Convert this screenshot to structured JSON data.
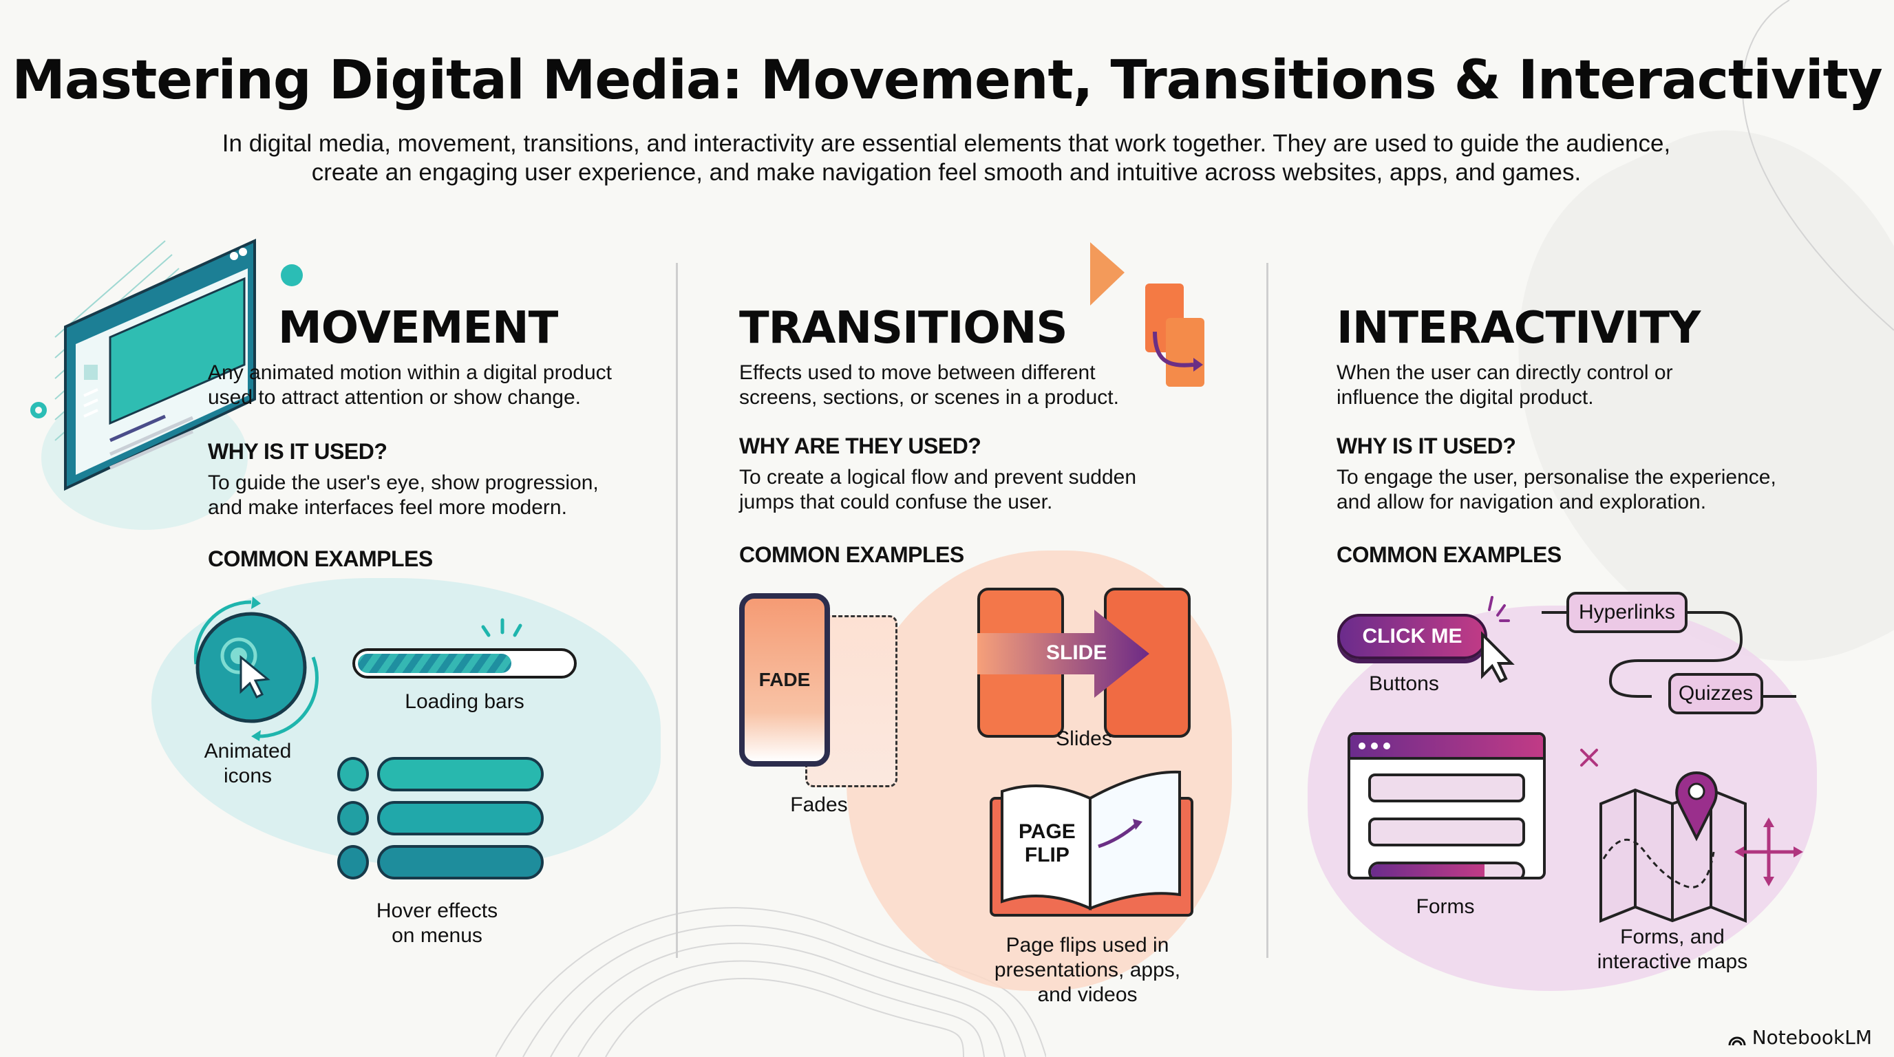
{
  "header": {
    "title": "Mastering Digital Media: Movement, Transitions & Interactivity",
    "subtitle_line1": "In digital media, movement, transitions, and interactivity are essential elements that work together. They are used to guide the audience,",
    "subtitle_line2": "create an engaging user experience, and make navigation feel smooth and intuitive across websites, apps, and games."
  },
  "colors": {
    "movement_accent": "#1fb5ad",
    "movement_dark": "#1e7f94",
    "transitions_accent": "#f07a4a",
    "transitions_arrow": "#7a2f8a",
    "interactivity_accent": "#8a2f8f",
    "interactivity_pink": "#c93a86"
  },
  "sections": {
    "movement": {
      "title": "MOVEMENT",
      "definition_line1": "Any animated motion within a digital product",
      "definition_line2": "used to attract attention or show change.",
      "why_heading": "WHY IS IT USED?",
      "why_line1": "To guide the user's eye, show progression,",
      "why_line2": "and make interfaces feel more modern.",
      "examples_heading": "COMMON EXAMPLES",
      "examples": {
        "animated_icons_line1": "Animated",
        "animated_icons_line2": "icons",
        "loading_bars": "Loading bars",
        "hover_line1": "Hover effects",
        "hover_line2": "on menus"
      }
    },
    "transitions": {
      "title": "TRANSITIONS",
      "definition_line1": "Effects used to move between different",
      "definition_line2": "screens, sections, or scenes in a product.",
      "why_heading": "WHY ARE THEY USED?",
      "why_line1": "To create a logical flow and prevent sudden",
      "why_line2": "jumps that could confuse the user.",
      "examples_heading": "COMMON EXAMPLES",
      "examples": {
        "fade_inner": "FADE",
        "fades": "Fades",
        "slide_inner": "SLIDE",
        "slides": "Slides",
        "page_inner_line1": "PAGE",
        "page_inner_line2": "FLIP",
        "page_line1": "Page flips used in",
        "page_line2": "presentations, apps,",
        "page_line3": "and videos"
      }
    },
    "interactivity": {
      "title": "INTERACTIVITY",
      "definition_line1": "When the user can directly control or",
      "definition_line2": "influence the digital product.",
      "why_heading": "WHY IS IT USED?",
      "why_line1": "To engage the user, personalise the experience,",
      "why_line2": "and allow for navigation and exploration.",
      "examples_heading": "COMMON EXAMPLES",
      "examples": {
        "click_me": "CLICK ME",
        "buttons": "Buttons",
        "hyperlinks": "Hyperlinks",
        "quizzes": "Quizzes",
        "forms": "Forms",
        "maps_line1": "Forms, and",
        "maps_line2": "interactive maps"
      }
    }
  },
  "footer": {
    "brand": "NotebookLM"
  }
}
